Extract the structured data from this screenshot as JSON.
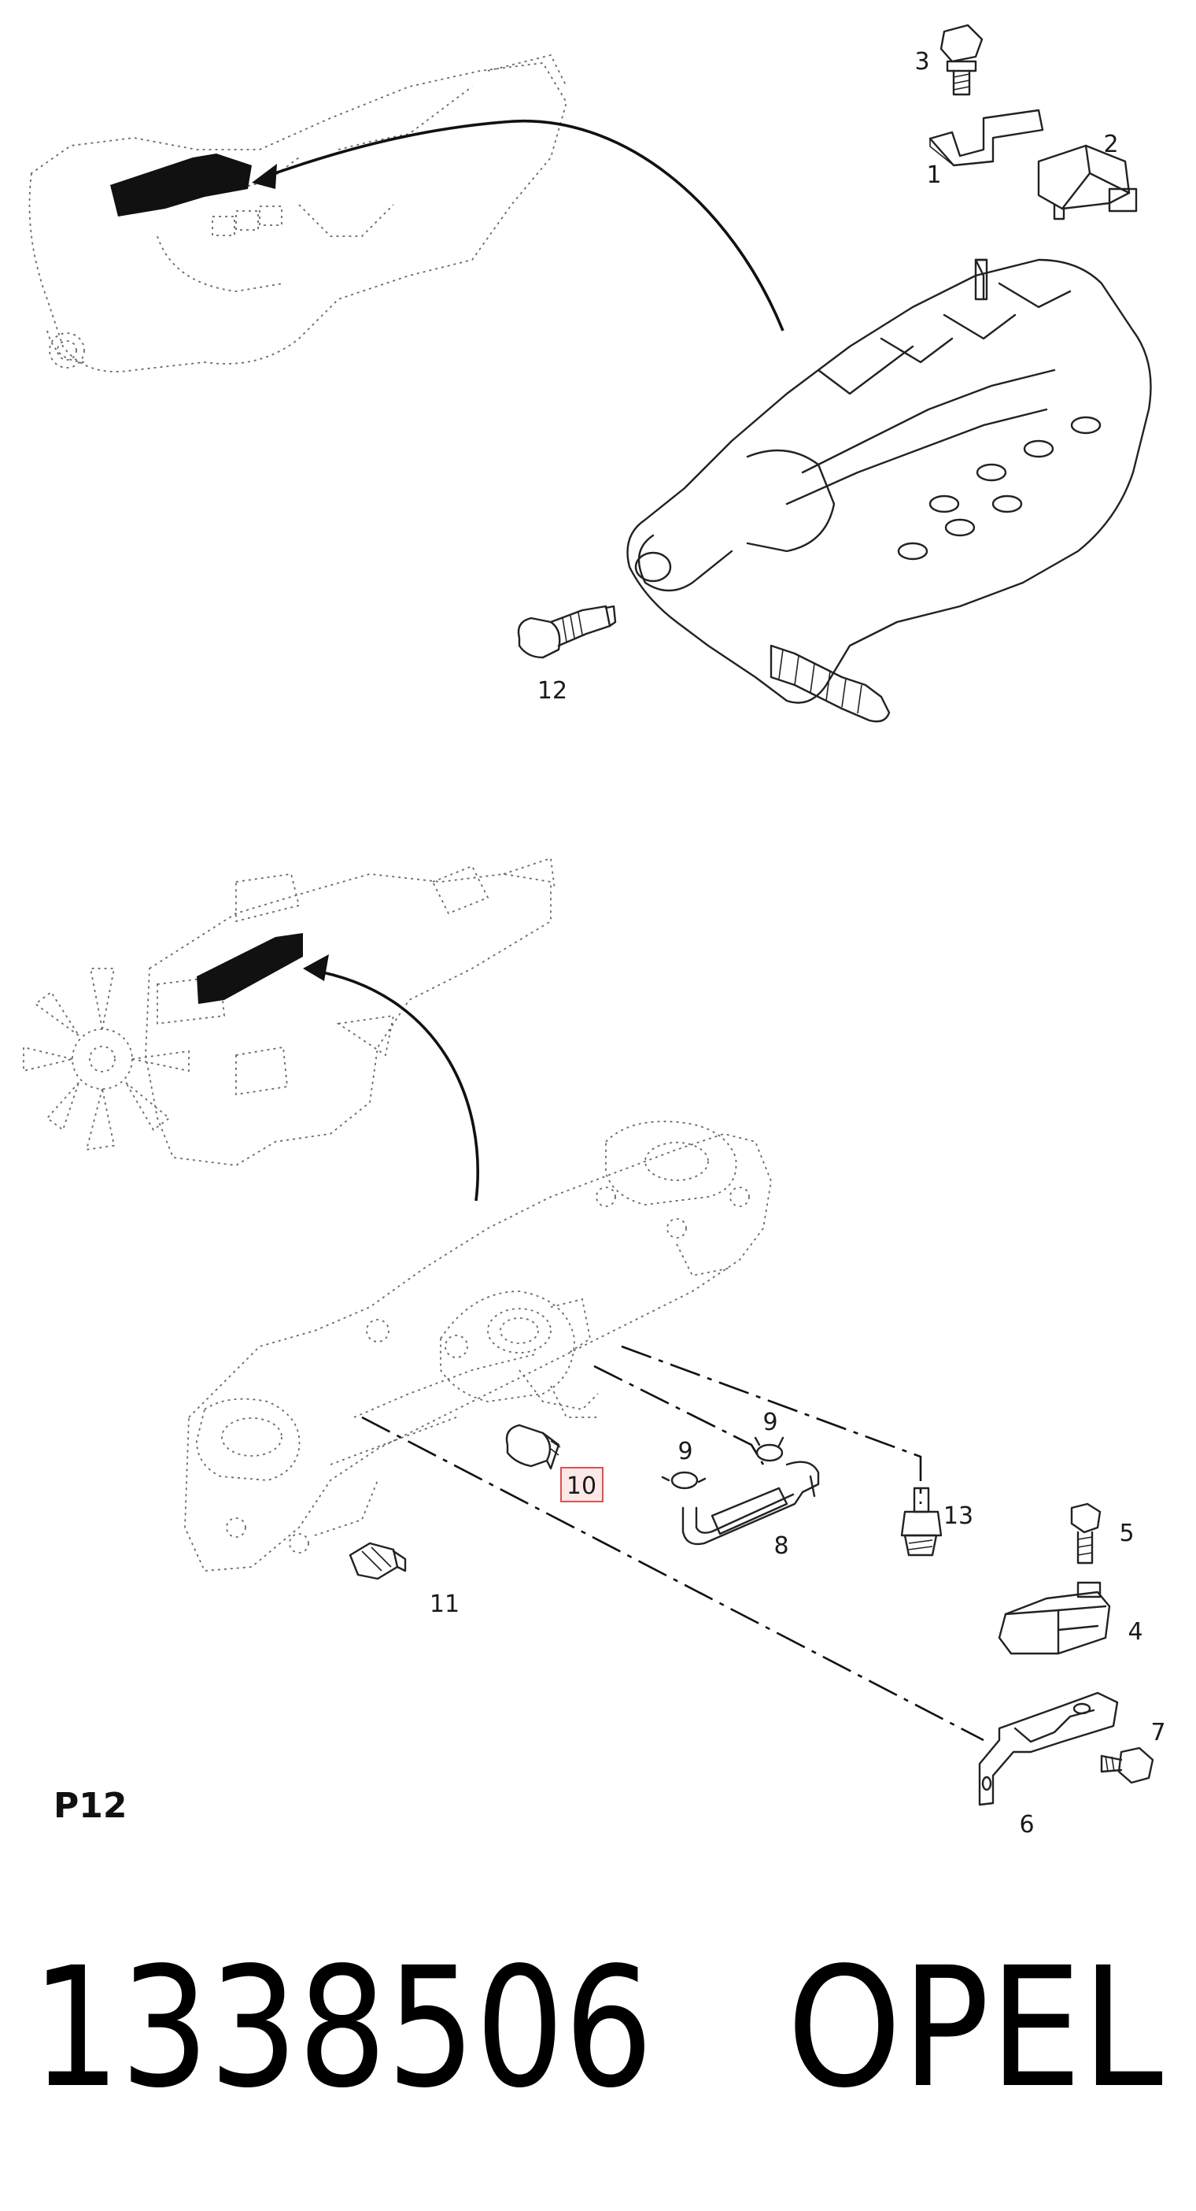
{
  "callouts": {
    "c1": "1",
    "c2": "2",
    "c3": "3",
    "c4": "4",
    "c5": "5",
    "c6": "6",
    "c7": "7",
    "c8": "8",
    "c9a": "9",
    "c9b": "9",
    "c10": "10",
    "c11": "11",
    "c12": "12",
    "c13": "13"
  },
  "section_label": "P12",
  "footer": {
    "part_number": "1338506",
    "brand": "OPEL"
  },
  "colors": {
    "highlight_box": "#d94040",
    "highlight_fill": "#fde8e8",
    "line": "#222222"
  }
}
